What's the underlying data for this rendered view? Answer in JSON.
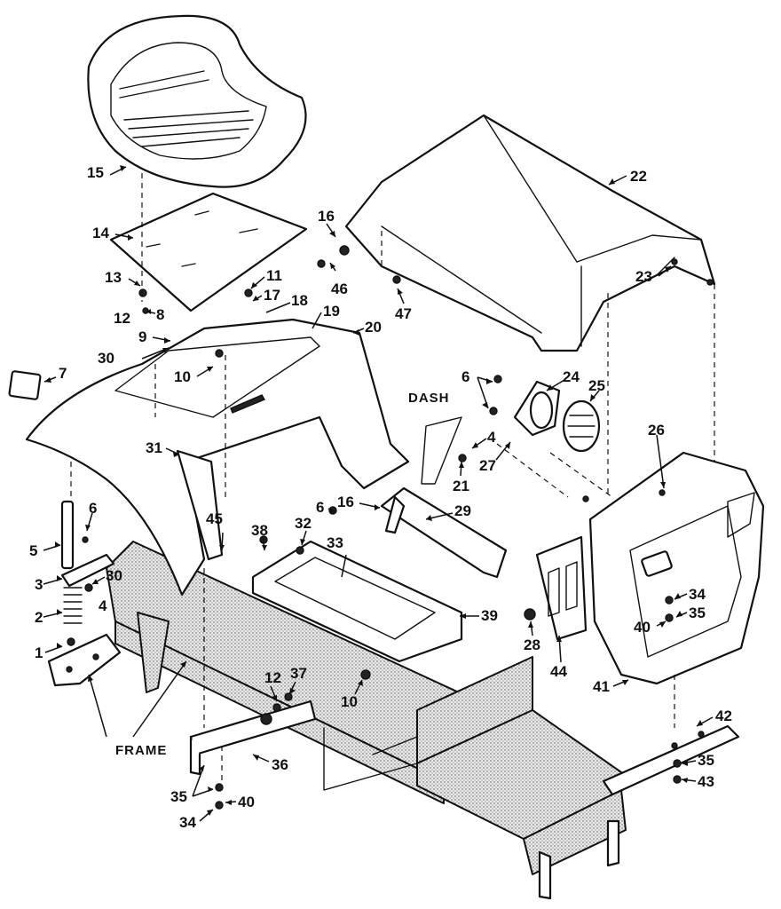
{
  "callouts": [
    {
      "id": "15",
      "text": "15"
    },
    {
      "id": "14",
      "text": "14"
    },
    {
      "id": "13",
      "text": "13"
    },
    {
      "id": "12a",
      "text": "12"
    },
    {
      "id": "8",
      "text": "8"
    },
    {
      "id": "11",
      "text": "11"
    },
    {
      "id": "17",
      "text": "17"
    },
    {
      "id": "18",
      "text": "18"
    },
    {
      "id": "19",
      "text": "19"
    },
    {
      "id": "20",
      "text": "20"
    },
    {
      "id": "9",
      "text": "9"
    },
    {
      "id": "30a",
      "text": "30"
    },
    {
      "id": "10a",
      "text": "10"
    },
    {
      "id": "7",
      "text": "7"
    },
    {
      "id": "16a",
      "text": "16"
    },
    {
      "id": "46",
      "text": "46"
    },
    {
      "id": "47",
      "text": "47"
    },
    {
      "id": "22",
      "text": "22"
    },
    {
      "id": "23",
      "text": "23"
    },
    {
      "id": "6a",
      "text": "6"
    },
    {
      "id": "24",
      "text": "24"
    },
    {
      "id": "25",
      "text": "25"
    },
    {
      "id": "4a",
      "text": "4"
    },
    {
      "id": "27",
      "text": "27"
    },
    {
      "id": "21",
      "text": "21"
    },
    {
      "id": "26",
      "text": "26"
    },
    {
      "id": "31",
      "text": "31"
    },
    {
      "id": "6b",
      "text": "6"
    },
    {
      "id": "5",
      "text": "5"
    },
    {
      "id": "3",
      "text": "3"
    },
    {
      "id": "30b",
      "text": "30"
    },
    {
      "id": "4b",
      "text": "4"
    },
    {
      "id": "2",
      "text": "2"
    },
    {
      "id": "1",
      "text": "1"
    },
    {
      "id": "45",
      "text": "45"
    },
    {
      "id": "38",
      "text": "38"
    },
    {
      "id": "32",
      "text": "32"
    },
    {
      "id": "33",
      "text": "33"
    },
    {
      "id": "6c",
      "text": "6"
    },
    {
      "id": "16b",
      "text": "16"
    },
    {
      "id": "29",
      "text": "29"
    },
    {
      "id": "39",
      "text": "39"
    },
    {
      "id": "28",
      "text": "28"
    },
    {
      "id": "44",
      "text": "44"
    },
    {
      "id": "34a",
      "text": "34"
    },
    {
      "id": "40a",
      "text": "40"
    },
    {
      "id": "35a",
      "text": "35"
    },
    {
      "id": "41",
      "text": "41"
    },
    {
      "id": "12b",
      "text": "12"
    },
    {
      "id": "37",
      "text": "37"
    },
    {
      "id": "10b",
      "text": "10"
    },
    {
      "id": "36",
      "text": "36"
    },
    {
      "id": "42",
      "text": "42"
    },
    {
      "id": "35b",
      "text": "35"
    },
    {
      "id": "43",
      "text": "43"
    },
    {
      "id": "35c",
      "text": "35"
    },
    {
      "id": "40b",
      "text": "40"
    },
    {
      "id": "34b",
      "text": "34"
    }
  ],
  "labels": {
    "dash": "DASH",
    "frame": "FRAME"
  }
}
